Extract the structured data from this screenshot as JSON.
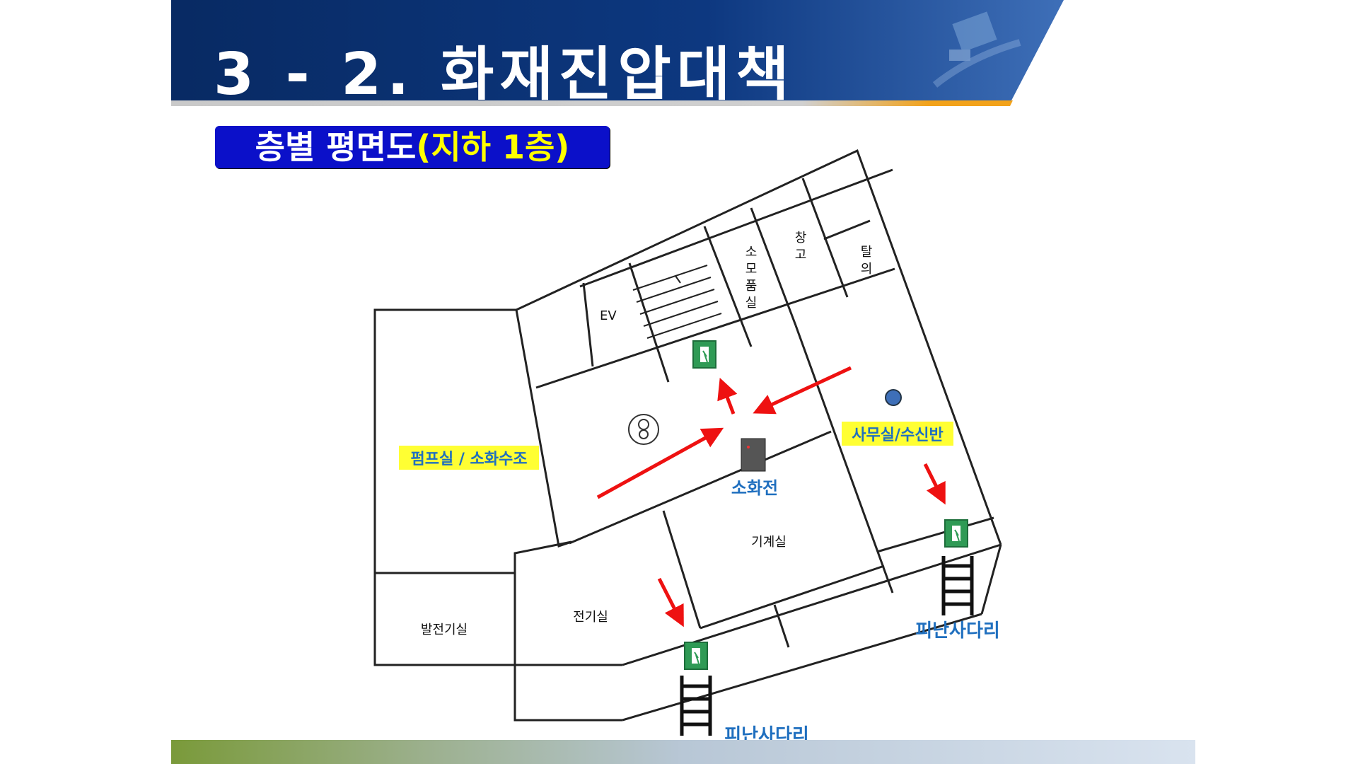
{
  "slide": {
    "title": "3 - 2.  화재진압대책",
    "subtitle_prefix": "층별 평면도",
    "subtitle_highlight": "(지하 1층)"
  },
  "rooms": {
    "ev": "EV",
    "supplies_1": "소",
    "supplies_2": "모",
    "supplies_3": "품",
    "supplies_4": "실",
    "storage_1": "창",
    "storage_2": "고",
    "locker_1": "탈",
    "locker_2": "의",
    "pump_room": "펌프실 / 소화수조",
    "office": "사무실/수신반",
    "machine_room": "기계실",
    "electrical_room": "전기실",
    "generator_room": "발전기실"
  },
  "labels": {
    "hydrant": "소화전",
    "ladder_right": "피난사다리",
    "ladder_bottom": "피난사다리"
  },
  "colors": {
    "header_blue": "#0b2a6b",
    "subtitle_box": "#0b10c9",
    "subtitle_highlight": "#ffff00",
    "room_highlight": "#ffff33",
    "label_blue": "#1f6fbf",
    "arrow_red": "#ee1111",
    "exit_sign_green": "#2f9a55",
    "wall": "#222222"
  }
}
